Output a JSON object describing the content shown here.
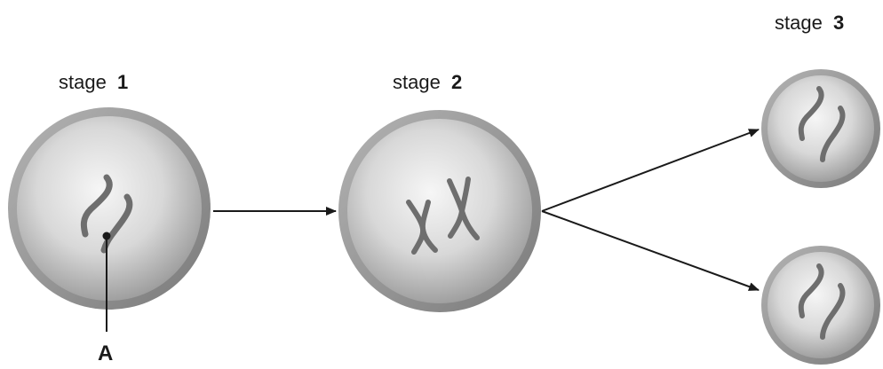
{
  "stages": [
    {
      "word": "stage",
      "num": "1"
    },
    {
      "word": "stage",
      "num": "2"
    },
    {
      "word": "stage",
      "num": "3"
    }
  ],
  "annotation": {
    "label": "A"
  },
  "colors": {
    "cell_rim": "#8c8c8c",
    "cell_inner_light": "#f4f4f4",
    "cell_inner_dark": "#9a9a9a",
    "chromosome": "#6e6e6e",
    "ink": "#1a1a1a"
  }
}
